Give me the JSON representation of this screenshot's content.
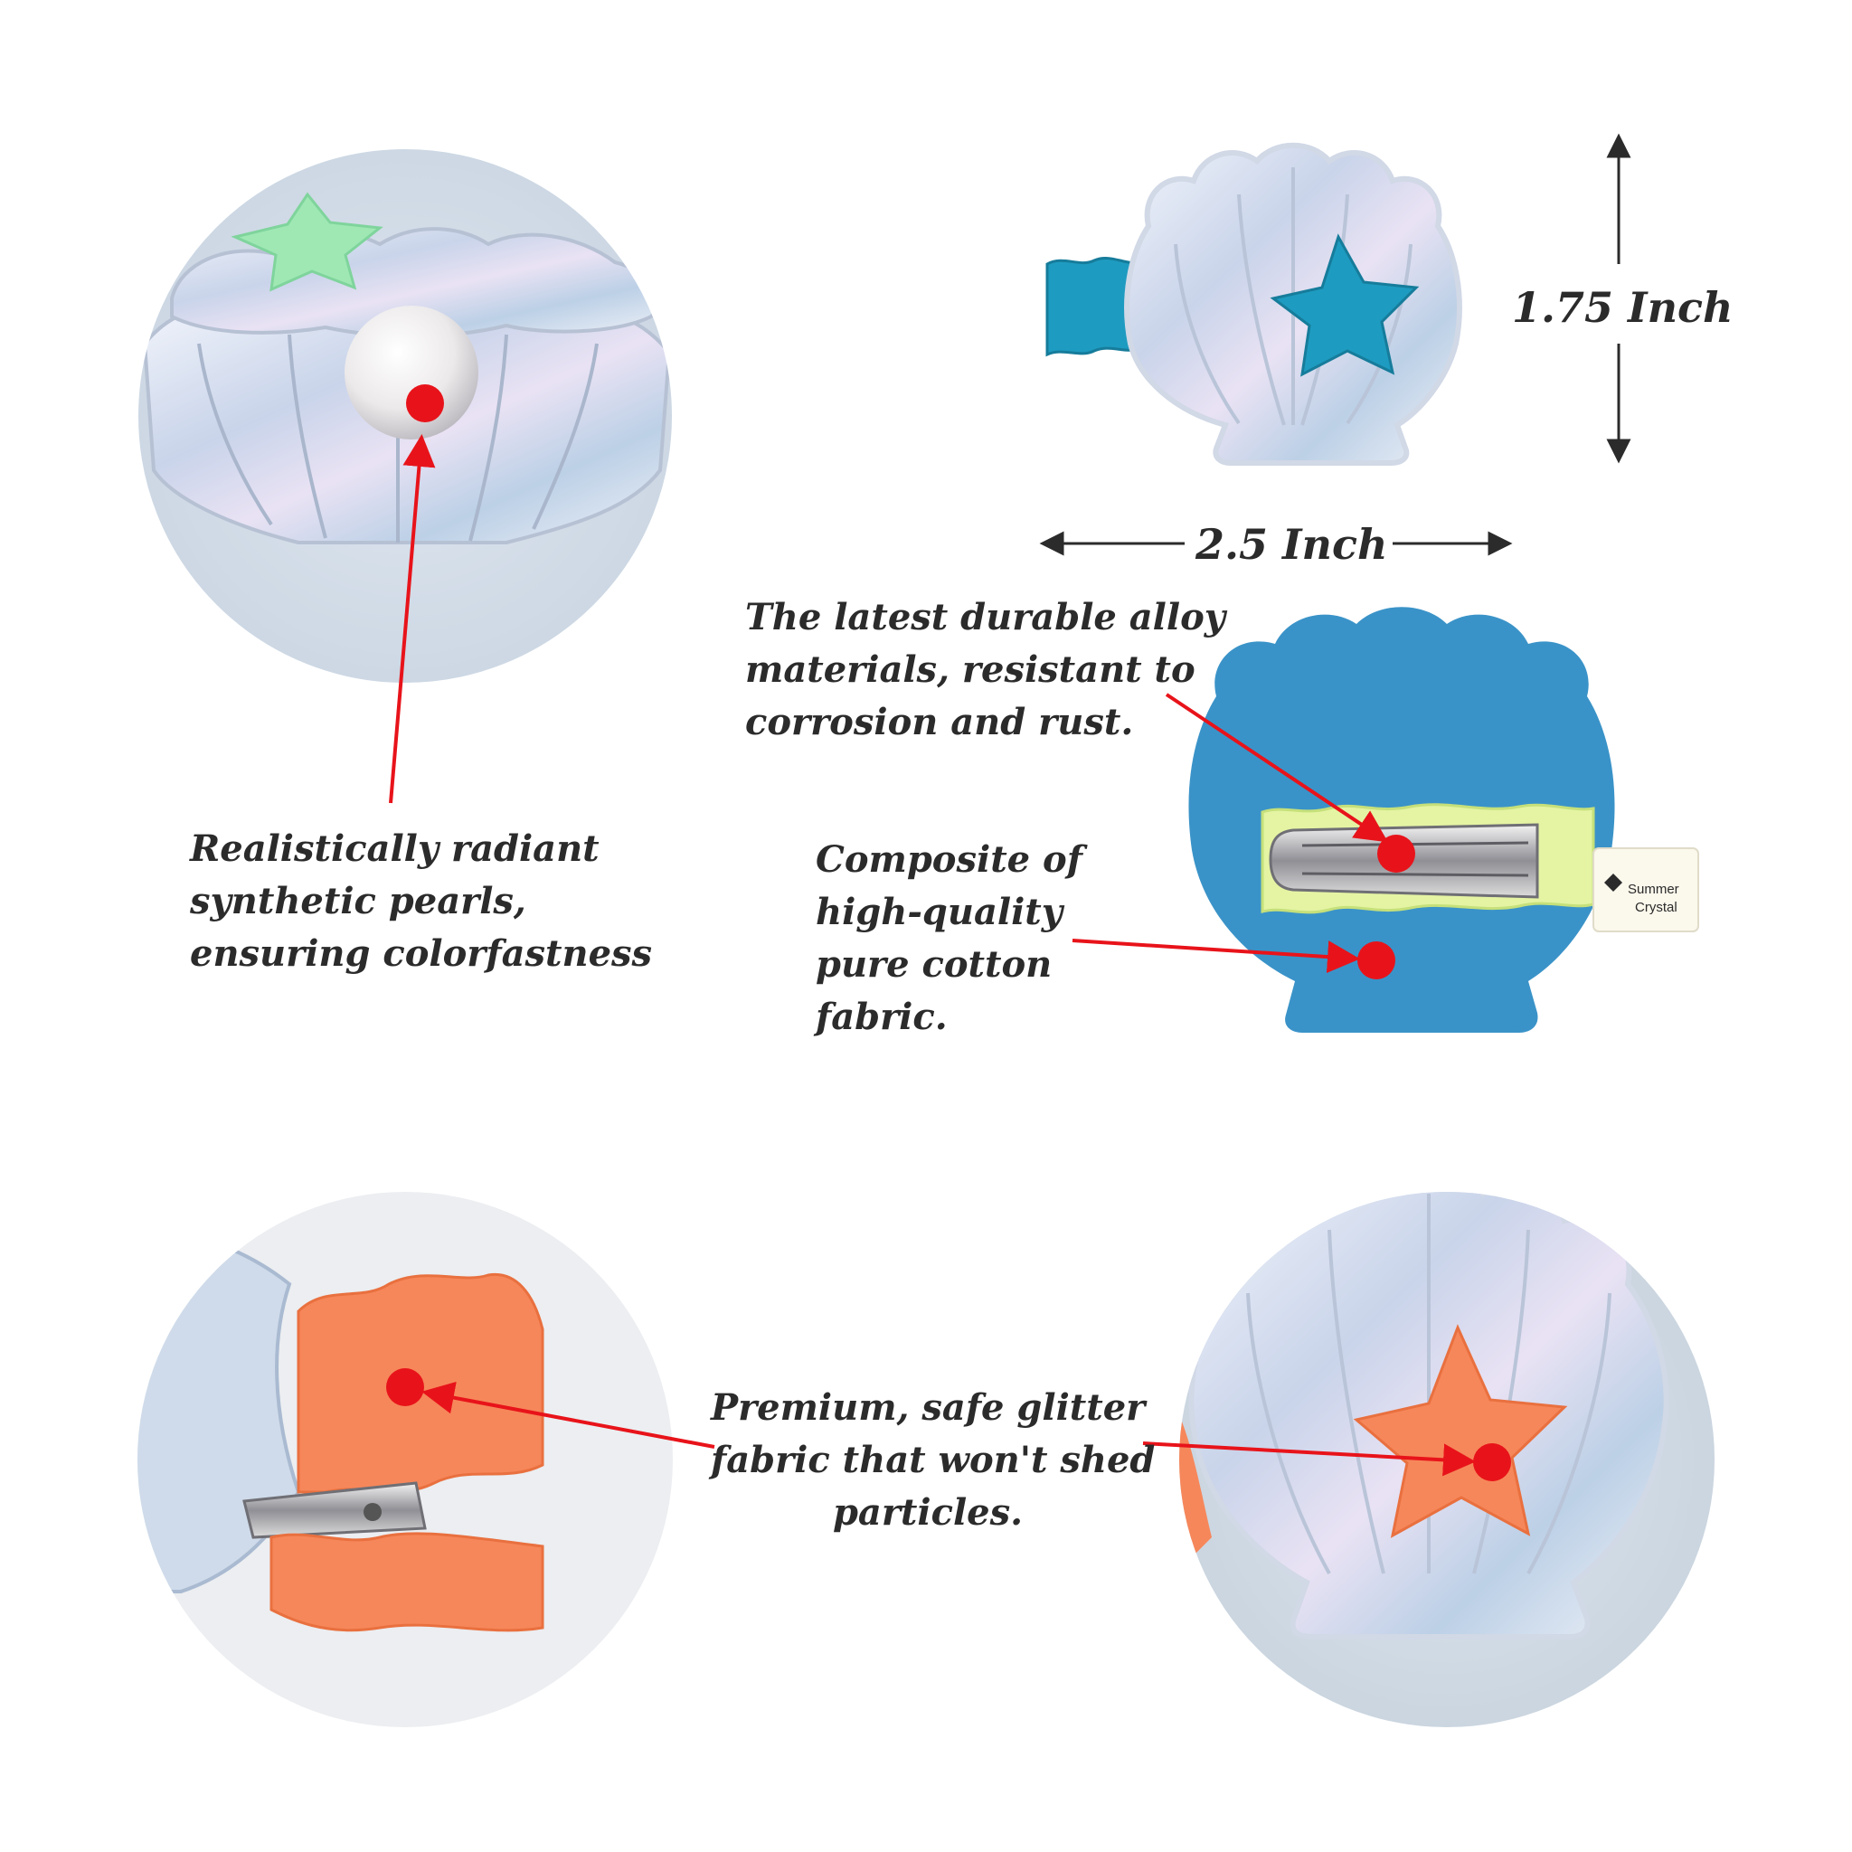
{
  "dimensions": {
    "height_label": "1.75 Inch",
    "width_label": "2.5 Inch"
  },
  "captions": {
    "pearl": [
      "Realistically radiant",
      "synthetic pearls,",
      "ensuring colorfastness"
    ],
    "alloy": [
      "The latest durable alloy",
      "materials, resistant to",
      "corrosion and rust."
    ],
    "cotton": [
      "Composite of",
      "high-quality",
      "pure cotton",
      "fabric."
    ],
    "glitter": [
      "Premium, safe glitter",
      "fabric that won't shed",
      "particles."
    ]
  },
  "product_label": {
    "line1": "Summer",
    "line2": "Crystal"
  },
  "colors": {
    "callout": "#e8131a",
    "text": "#2b2b2b",
    "shell_silver": "#dfe6f2",
    "glitter_teal": "#1e9bc0",
    "glitter_orange": "#f6875a",
    "felt_blue": "#3a93c8",
    "glitter_green": "#9fe8b4"
  },
  "icons": [
    "shell-clip-image",
    "pearl-closeup",
    "glitter-closeup",
    "star-closeup",
    "arrow"
  ]
}
